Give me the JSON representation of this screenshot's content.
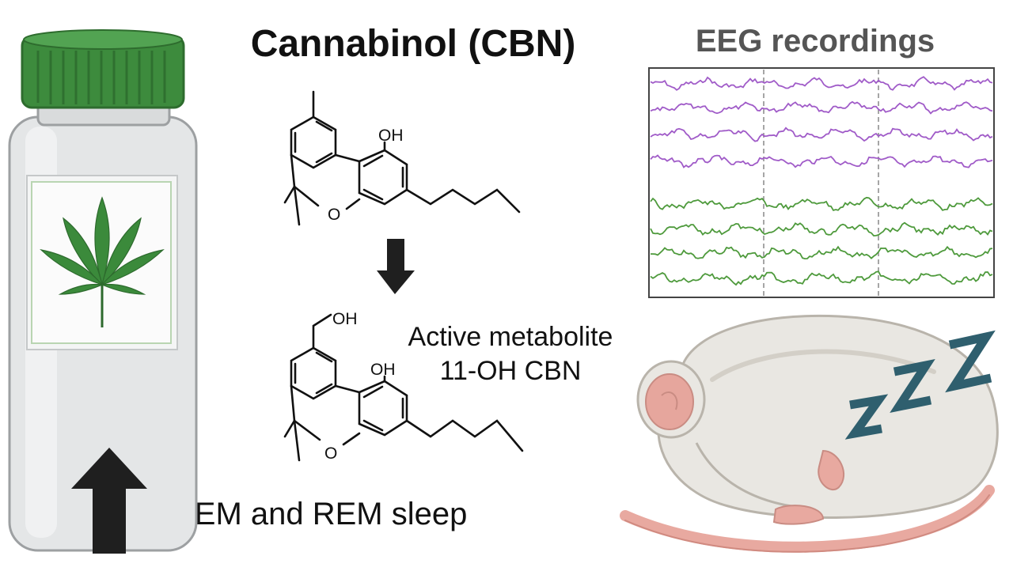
{
  "title": "Cannabinol (CBN)",
  "eeg": {
    "title": "EEG recordings",
    "colors": {
      "top": "#a05bc8",
      "bottom": "#4e9a3c"
    }
  },
  "metabolite": {
    "line1": "Active metabolite",
    "line2": "11-OH CBN"
  },
  "molecule": {
    "oh_label": "OH",
    "o_label": "O",
    "ch2oh_label": "OH"
  },
  "effect": {
    "label": "NREM and REM sleep",
    "direction_icon": "arrow-up-icon"
  },
  "icons": [
    "pill-bottle-icon",
    "cannabis-leaf-icon",
    "arrow-down-icon",
    "sleeping-mouse-icon",
    "zzz-icon"
  ]
}
